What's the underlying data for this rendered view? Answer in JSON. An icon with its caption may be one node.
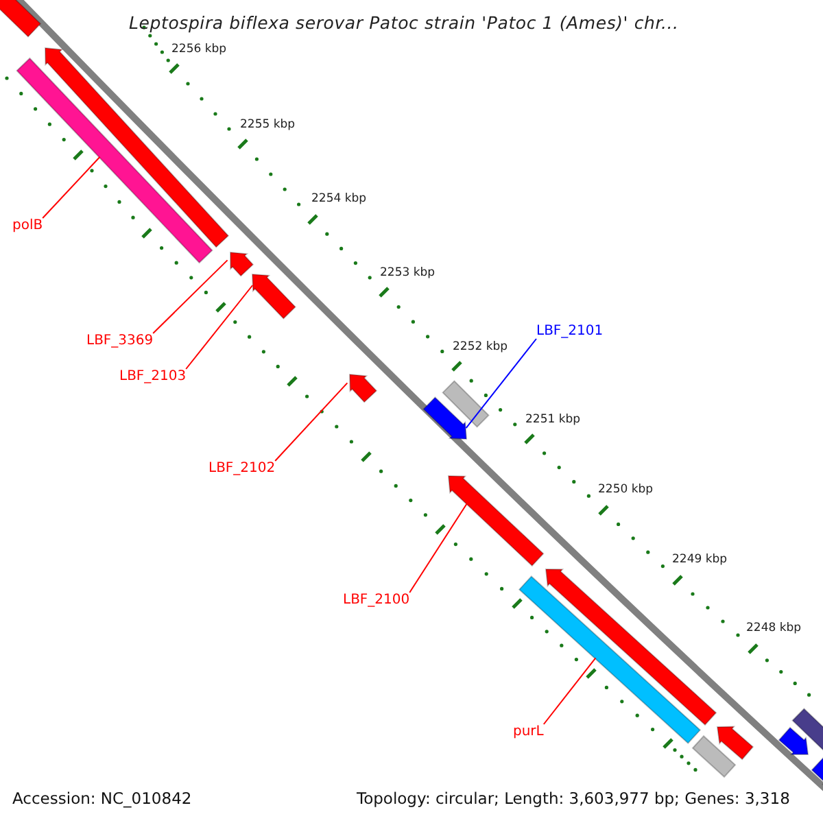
{
  "diagram": {
    "title": "Leptospira biflexa serovar Patoc strain 'Patoc 1 (Ames)' chr...",
    "nodes": [
      {
        "text": [
          "polB"
        ]
      },
      {
        "text": [
          "LBF_3369"
        ]
      },
      {
        "text": [
          "LBF_2103"
        ]
      },
      {
        "text": [
          "LBF_2101"
        ]
      },
      {
        "text": [
          "LBF_2102"
        ]
      },
      {
        "text": [
          "LBF_2100"
        ]
      },
      {
        "text": [
          "purL"
        ]
      },
      {
        "text": [],
        "shape": "arrow"
      },
      {
        "text": [],
        "shape": "arrow"
      },
      {
        "text": [],
        "shape": "bar"
      },
      {
        "text": [],
        "shape": "arrow"
      },
      {
        "text": [],
        "shape": "arrow"
      },
      {
        "text": [],
        "shape": "arrow"
      },
      {
        "text": [],
        "shape": "bar"
      },
      {
        "text": [],
        "shape": "arrow"
      },
      {
        "text": [],
        "shape": "arrow"
      },
      {
        "text": [],
        "shape": "arrow"
      },
      {
        "text": [],
        "shape": "bar"
      },
      {
        "text": [],
        "shape": "arrow"
      },
      {
        "text": [],
        "shape": "bar"
      },
      {
        "text": [],
        "shape": "bar"
      },
      {
        "text": [],
        "shape": "arrow"
      },
      {
        "text": [],
        "shape": "arrow"
      }
    ],
    "edges": [
      {
        "from": 0,
        "to": 9,
        "arrow": "none"
      },
      {
        "from": 1,
        "to": 10,
        "arrow": "none"
      },
      {
        "from": 2,
        "to": 11,
        "arrow": "none"
      },
      {
        "from": 3,
        "to": 14,
        "arrow": "none",
        "color": "#0000ff"
      },
      {
        "from": 4,
        "to": 12,
        "arrow": "none"
      },
      {
        "from": 5,
        "to": 15,
        "arrow": "none"
      },
      {
        "from": 6,
        "to": 17,
        "arrow": "none"
      }
    ],
    "labels": [
      "2256 kbp",
      "2255 kbp",
      "2254 kbp",
      "2253 kbp",
      "2252 kbp",
      "2251 kbp",
      "2250 kbp",
      "2249 kbp",
      "2248 kbp",
      "Accession: NC_010842",
      "Topology: circular; Length: 3,603,977 bp; Genes: 3,318"
    ]
  }
}
